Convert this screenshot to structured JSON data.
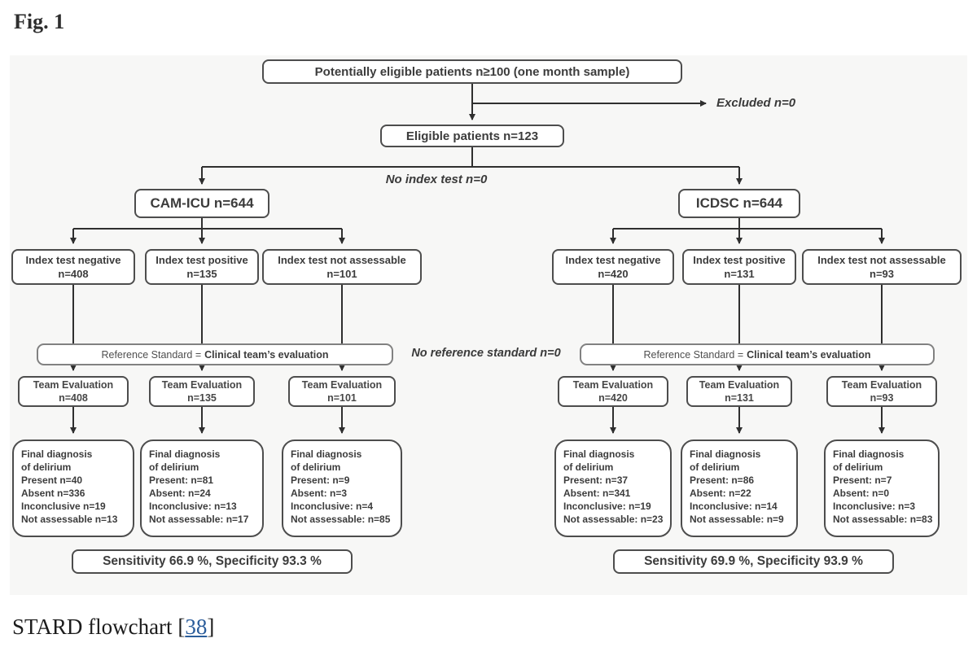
{
  "figure_label": "Fig. 1",
  "caption": {
    "text": "STARD flowchart ",
    "bracket_open": "[",
    "reference": "38",
    "bracket_close": "]"
  },
  "colors": {
    "link": "#2b5d9b",
    "box_border": "#4d4d4d",
    "panel_bg": "#f7f7f6"
  },
  "flowchart": {
    "top_box": "Potentially eligible patients n≥100 (one month sample)",
    "excluded_label": "Excluded n=0",
    "eligible_box": "Eligible patients n=123",
    "no_index_test_label": "No index test n=0",
    "no_reference_standard_label": "No reference standard n=0",
    "reference_standard": {
      "prefix": "Reference Standard =",
      "emphasis": "Clinical team’s evaluation"
    },
    "left": {
      "branch_box": "CAM-ICU n=644",
      "index_tests": [
        {
          "label": "Index test negative",
          "count": "n=408"
        },
        {
          "label": "Index test positive",
          "count": "n=135"
        },
        {
          "label": "Index test not assessable",
          "count": "n=101"
        }
      ],
      "team_evaluations": [
        {
          "label": "Team Evaluation",
          "count": "n=408"
        },
        {
          "label": "Team Evaluation",
          "count": "n=135"
        },
        {
          "label": "Team Evaluation",
          "count": "n=101"
        }
      ],
      "final_diagnoses": [
        {
          "title_line1": "Final diagnosis",
          "title_line2": "of delirium",
          "rows": [
            "Present n=40",
            "Absent n=336",
            "Inconclusive n=19",
            "Not assessable n=13"
          ]
        },
        {
          "title_line1": "Final diagnosis",
          "title_line2": "of delirium",
          "rows": [
            "Present: n=81",
            "Absent: n=24",
            "Inconclusive: n=13",
            "Not assessable: n=17"
          ]
        },
        {
          "title_line1": "Final diagnosis",
          "title_line2": "of delirium",
          "rows": [
            "Present: n=9",
            "Absent: n=3",
            "Inconclusive: n=4",
            "Not assessable: n=85"
          ]
        }
      ],
      "result_box": "Sensitivity 66.9 %, Specificity 93.3 %"
    },
    "right": {
      "branch_box": "ICDSC n=644",
      "index_tests": [
        {
          "label": "Index test negative",
          "count": "n=420"
        },
        {
          "label": "Index test positive",
          "count": "n=131"
        },
        {
          "label": "Index test not assessable",
          "count": "n=93"
        }
      ],
      "team_evaluations": [
        {
          "label": "Team Evaluation",
          "count": "n=420"
        },
        {
          "label": "Team Evaluation",
          "count": "n=131"
        },
        {
          "label": "Team Evaluation",
          "count": "n=93"
        }
      ],
      "final_diagnoses": [
        {
          "title_line1": "Final diagnosis",
          "title_line2": "of delirium",
          "rows": [
            "Present: n=37",
            "Absent: n=341",
            "Inconclusive: n=19",
            "Not assessable: n=23"
          ]
        },
        {
          "title_line1": "Final diagnosis",
          "title_line2": "of delirium",
          "rows": [
            "Present: n=86",
            "Absent: n=22",
            "Inconclusive: n=14",
            "Not assessable: n=9"
          ]
        },
        {
          "title_line1": "Final diagnosis",
          "title_line2": "of delirium",
          "rows": [
            "Present: n=7",
            "Absent: n=0",
            "Inconclusive: n=3",
            "Not assessable: n=83"
          ]
        }
      ],
      "result_box": "Sensitivity 69.9 %, Specificity 93.9 %"
    }
  }
}
